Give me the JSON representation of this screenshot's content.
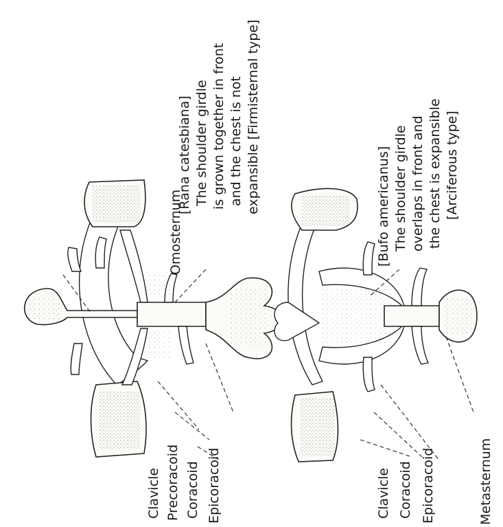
{
  "upper_specimen": {
    "name_label": "[Rana catesbiana]",
    "caption_line1": "The shoulder girdle",
    "caption_line2": "is grown together in front",
    "caption_line3": "and the chest is not",
    "caption_line4": "expansible [Firmisternal type]",
    "omosternum_label": "Omosternum",
    "clavicle_label": "Clavicle",
    "precoracoid_label": "Precoracoid",
    "coracoid_label": "Coracoid",
    "epicoracoid_label": "Epicoracoid"
  },
  "lower_specimen": {
    "name_label": "[Bufo americanus]",
    "caption_line1": "The shoulder girdle",
    "caption_line2": "overlaps in front and",
    "caption_line3": "the chest is expansible",
    "caption_line4": "[Arciferous type]",
    "clavicle_label": "Clavicle",
    "coracoid_label": "Coracoid",
    "epicoracoid_label": "Epicoracoid",
    "metasternum_label": "Metasternum"
  }
}
